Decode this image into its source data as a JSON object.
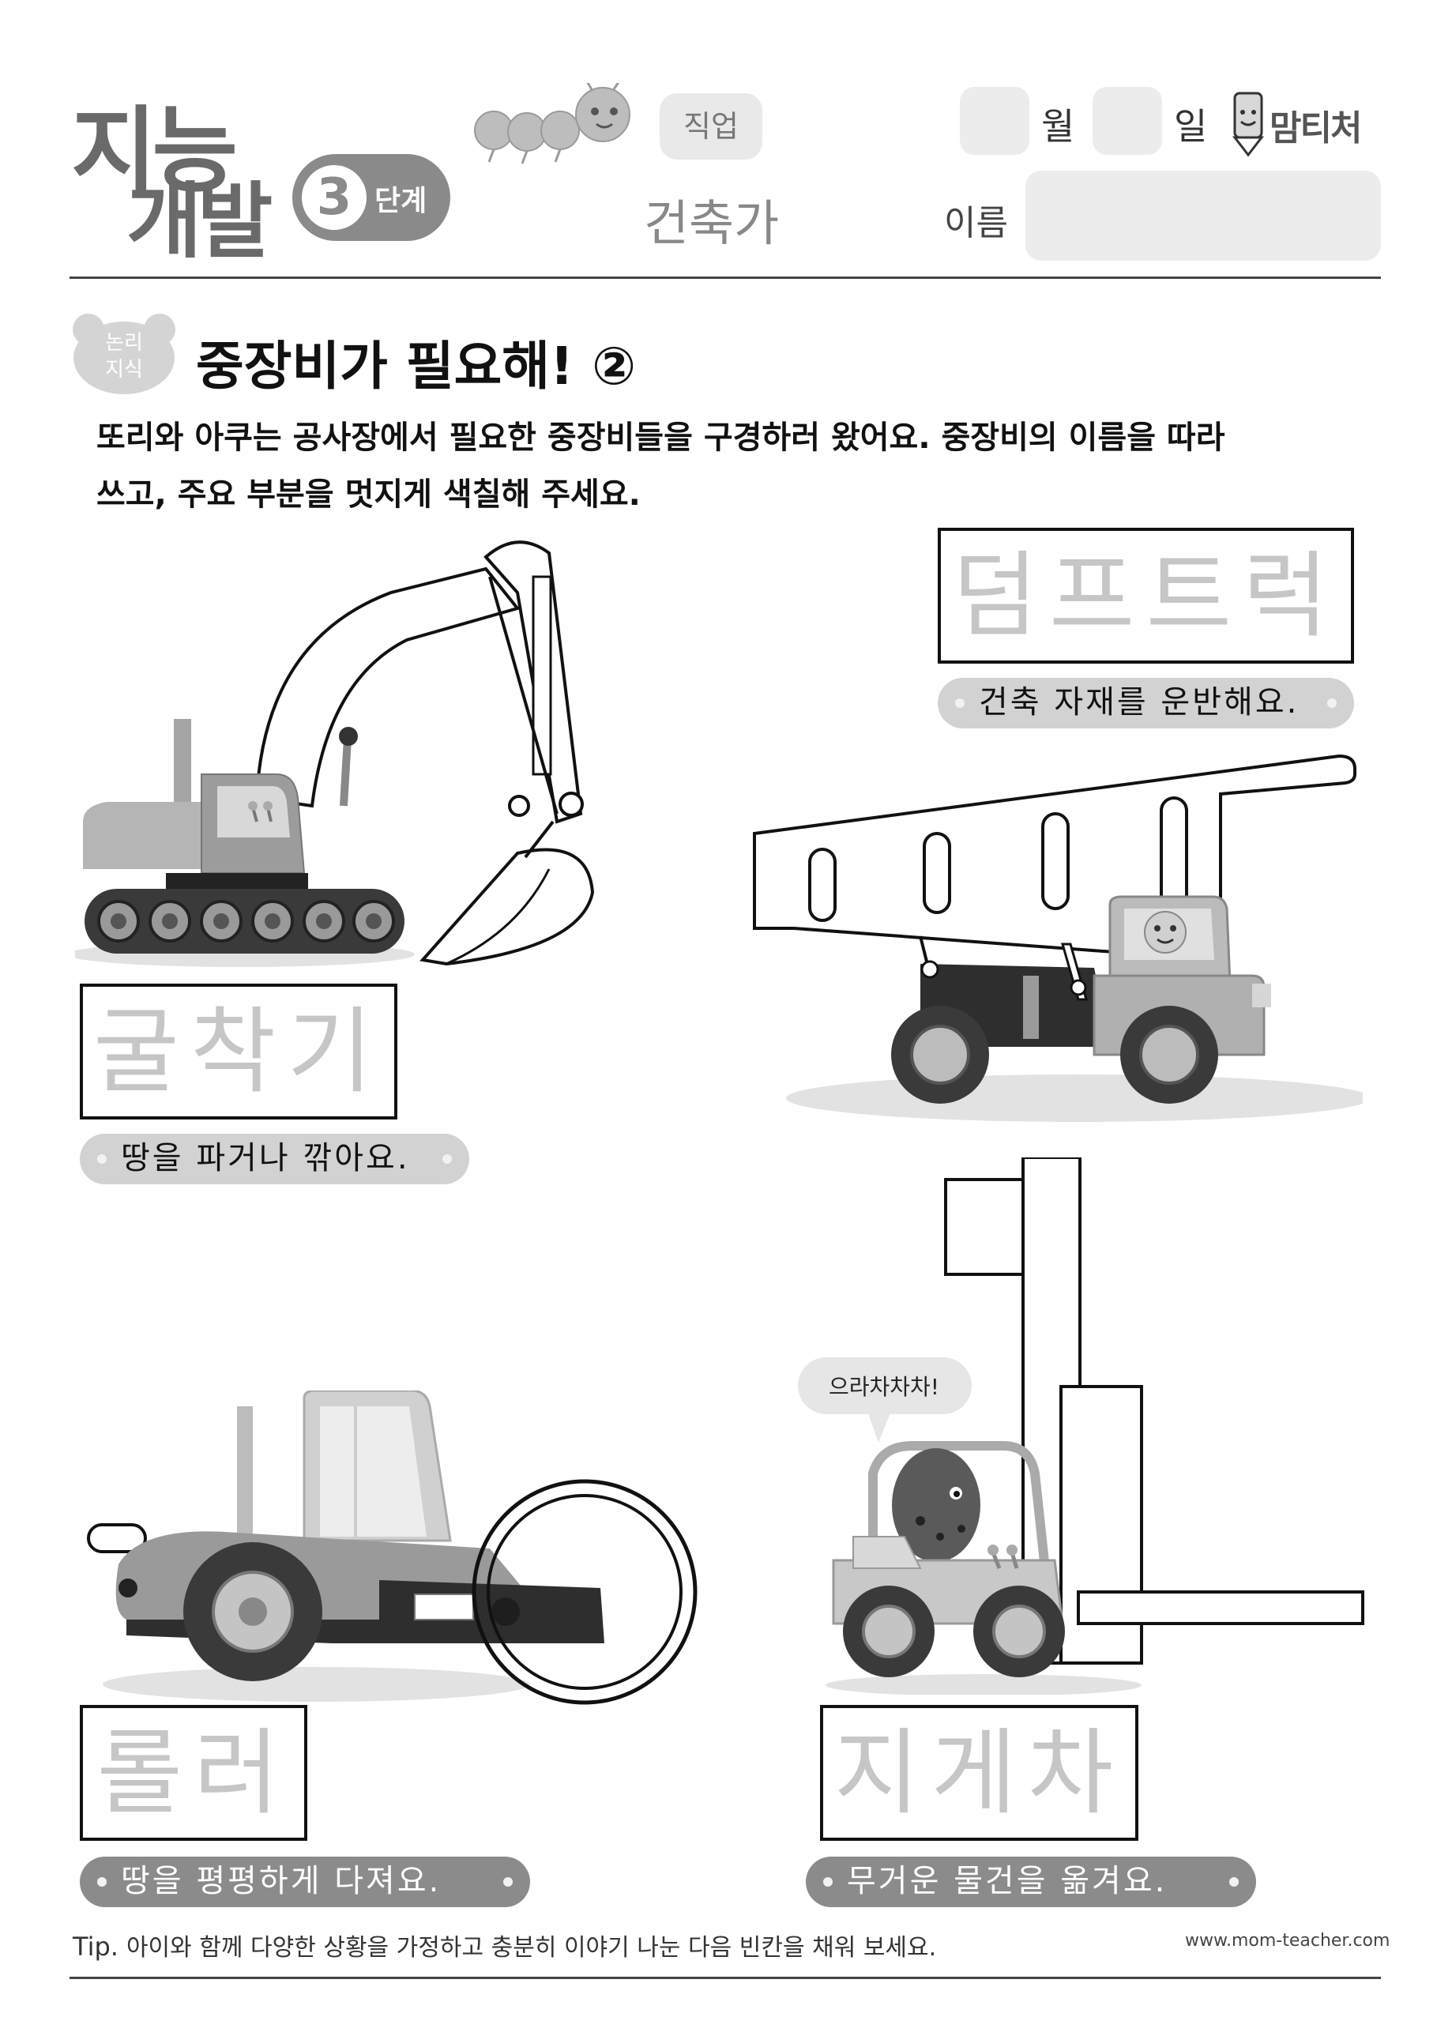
{
  "header": {
    "logo_line1": "지능",
    "logo_line2": "개발",
    "level_num": "3",
    "level_text": "단계",
    "category": "직업",
    "job": "건축가",
    "month_label": "월",
    "day_label": "일",
    "brand": "맘티처",
    "name_label": "이름"
  },
  "section": {
    "tag_line1": "논리",
    "tag_line2": "지식",
    "title": "중장비가 필요해! ②",
    "instruction_line1": "또리와 아쿠는 공사장에서 필요한 중장비들을 구경하러 왔어요. 중장비의 이름을 따라",
    "instruction_line2": "쓰고, 주요 부분을 멋지게 색칠해 주세요."
  },
  "vehicles": {
    "dump_truck": {
      "name": "덤프트럭",
      "desc": "건축 자재를 운반해요."
    },
    "excavator": {
      "name": "굴착기",
      "desc": "땅을 파거나 깎아요."
    },
    "roller": {
      "name": "롤러",
      "desc": "땅을 평평하게 다져요."
    },
    "forklift": {
      "name": "지게차",
      "desc": "무거운 물건을 옮겨요."
    }
  },
  "speech": "으라차차차!",
  "footer": {
    "tip_label": "Tip.",
    "tip_text": "아이와 함께 다양한 상황을 가정하고 충분히 이야기 나눈 다음 빈칸을 채워 보세요.",
    "website": "www.mom-teacher.com"
  }
}
